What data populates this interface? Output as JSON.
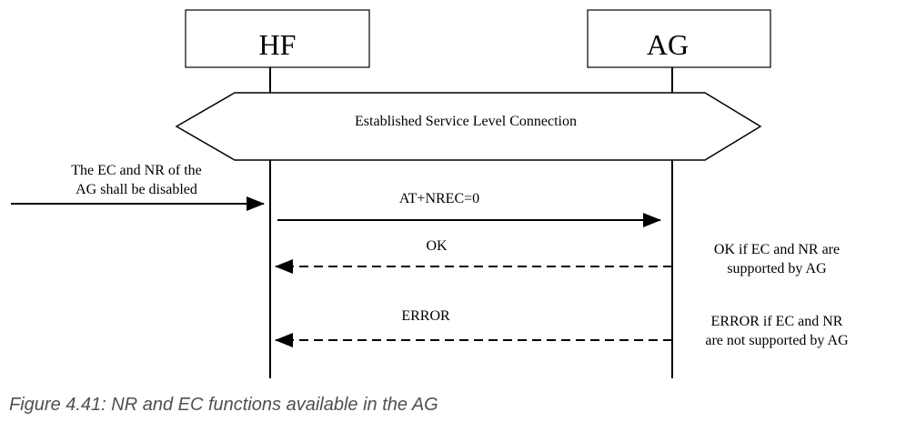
{
  "entities": {
    "hf": "HF",
    "ag": "AG"
  },
  "connection_label": "Established Service Level Connection",
  "trigger_note": {
    "line1": "The EC and NR of the",
    "line2": "AG shall be disabled"
  },
  "messages": {
    "request": "AT+NREC=0",
    "ok": "OK",
    "error": "ERROR"
  },
  "notes": {
    "ok_line1": "OK if EC and NR are",
    "ok_line2": "supported by AG",
    "error_line1": "ERROR if EC and NR",
    "error_line2": "are not supported by AG"
  },
  "caption": "Figure 4.41: NR and EC functions available in the AG",
  "colors": {
    "ink": "#000000",
    "caption": "#505050"
  }
}
